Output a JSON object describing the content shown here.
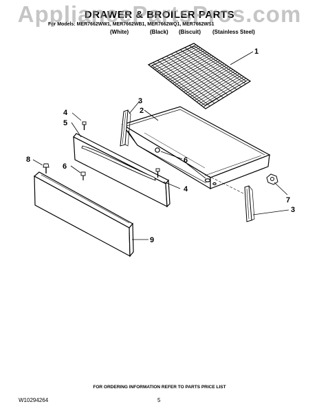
{
  "watermark": "AppliancePartsPros.com",
  "header": {
    "title": "DRAWER & BROILER PARTS",
    "model_line": "For Models: MER7662WW1, MER7662WB1, MER7662WQ1, MER7662WS1",
    "colors": [
      "(White)",
      "(Black)",
      "(Biscuit)",
      "(Stainless Steel)"
    ]
  },
  "callouts": {
    "c1": "1",
    "c2": "2",
    "c3a": "3",
    "c3b": "3",
    "c4a": "4",
    "c4b": "4",
    "c5": "5",
    "c6a": "6",
    "c6b": "6",
    "c7": "7",
    "c8": "8",
    "c9": "9"
  },
  "footer": {
    "order_note": "FOR ORDERING INFORMATION REFER TO PARTS PRICE LIST",
    "doc_number": "W10294264",
    "page_number": "5"
  }
}
